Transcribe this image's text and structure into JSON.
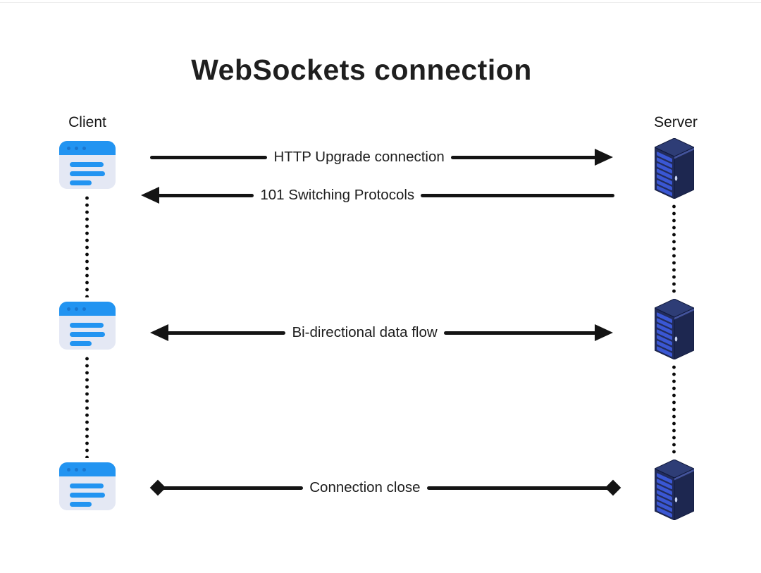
{
  "title": "WebSockets connection",
  "lanes": {
    "client": {
      "label": "Client",
      "icon": "browser-window-icon"
    },
    "server": {
      "label": "Server",
      "icon": "server-rack-icon"
    }
  },
  "messages": [
    {
      "label": "HTTP Upgrade connection",
      "from": "client",
      "to": "server",
      "arrow": "right"
    },
    {
      "label": "101 Switching Protocols",
      "from": "server",
      "to": "client",
      "arrow": "left"
    },
    {
      "label": "Bi-directional data flow",
      "from": "client",
      "to": "server",
      "arrow": "double-headed"
    },
    {
      "label": "Connection close",
      "from": "client",
      "to": "server",
      "arrow": "diamond-both-ends"
    }
  ],
  "colors": {
    "background": "#ffffff",
    "arrow": "#141414",
    "title_text": "#1f1f1f",
    "label_text": "#1d1d1d",
    "browser_bar": "#2294f1",
    "browser_body": "#e4e8f4",
    "browser_dot": "#1a77d0",
    "browser_line": "#2294f1",
    "server_top_face": "#2e3d76",
    "server_left_face": "#222c5c",
    "server_right_face": "#1d2750",
    "server_slat": "#3a57d4",
    "server_rim": "#44549c",
    "server_handle": "#c9d4f2",
    "server_outline": "#10193c"
  }
}
